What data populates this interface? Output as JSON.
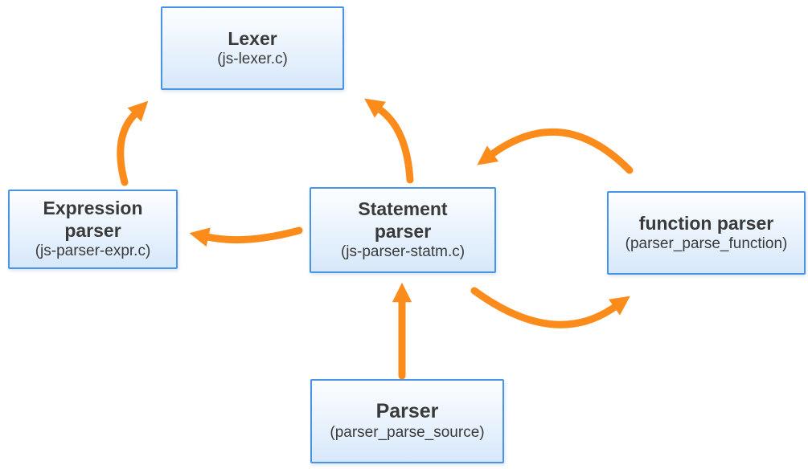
{
  "colors": {
    "arrow_color": "#fb8c1c",
    "node_border": "#4a94e8",
    "node_fill_top": "#fcfeff",
    "node_fill_bottom": "#d7e8fa",
    "node_text": "#3a3a3a",
    "canvas_bg": "#ffffff"
  },
  "nodes": [
    {
      "id": "lexer",
      "title": "Lexer",
      "subtitle": "(js-lexer.c)"
    },
    {
      "id": "expression-parser",
      "title": "Expression parser",
      "subtitle": "(js-parser-expr.c)"
    },
    {
      "id": "statement-parser",
      "title": "Statement parser",
      "subtitle": "(js-parser-statm.c)"
    },
    {
      "id": "function-parser",
      "title": "function parser",
      "subtitle": "(parser_parse_function)"
    },
    {
      "id": "parser",
      "title": "Parser",
      "subtitle": "(parser_parse_source)"
    }
  ],
  "edges": [
    {
      "from": "expression-parser",
      "to": "lexer"
    },
    {
      "from": "statement-parser",
      "to": "lexer"
    },
    {
      "from": "statement-parser",
      "to": "expression-parser"
    },
    {
      "from": "function-parser",
      "to": "statement-parser"
    },
    {
      "from": "statement-parser",
      "to": "function-parser"
    },
    {
      "from": "parser",
      "to": "statement-parser"
    }
  ]
}
